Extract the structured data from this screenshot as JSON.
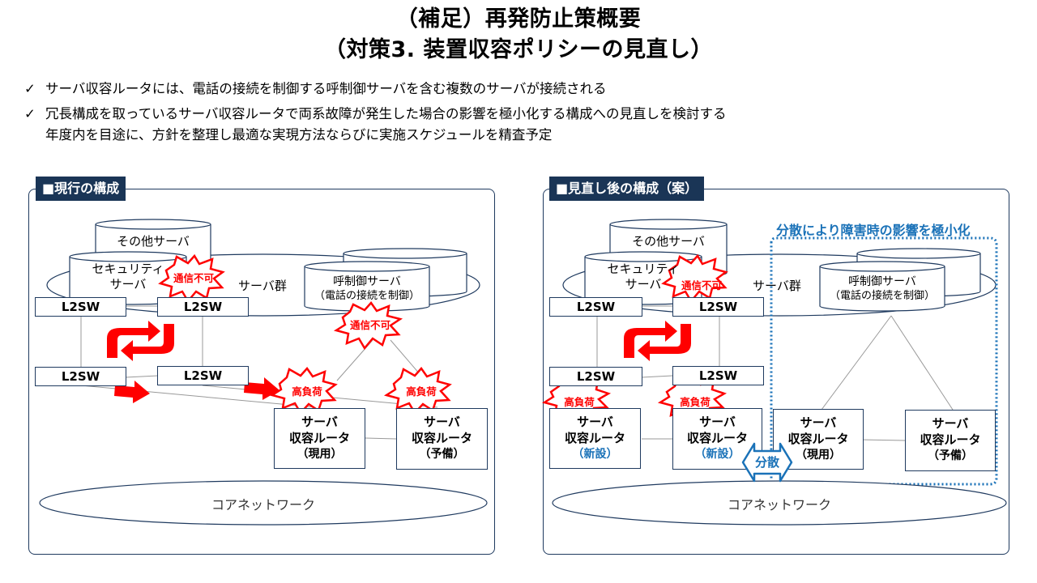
{
  "header": {
    "title_line1": "（補足）再発防止策概要",
    "title_line2": "（対策3. 装置収容ポリシーの見直し）"
  },
  "bullets": {
    "check_icon": "✓",
    "items": [
      {
        "text": "サーバ収容ルータには、電話の接続を制御する呼制御サーバを含む複数のサーバが接続される"
      },
      {
        "text": "冗長構成を取っているサーバ収容ルータで両系故障が発生した場合の影響を極小化する構成への見直しを検討する",
        "continuation": "年度内を目途に、方針を整理し最適な実現方法ならびに実施スケジュールを精査予定"
      }
    ]
  },
  "colors": {
    "navy": "#1a3556",
    "alert_red": "#ff0000",
    "accent_blue": "#1a72b8"
  },
  "left_panel": {
    "title": "■現行の構成",
    "other_server": "その他サーバ",
    "security_server": [
      "セキュリティ",
      "サーバ"
    ],
    "server_group": "サーバ群",
    "call_server": [
      "呼制御サーバ",
      "（電話の接続を制御）"
    ],
    "l2sw": [
      "L2SW",
      "L2SW",
      "L2SW",
      "L2SW"
    ],
    "alerts": {
      "no_comm_1": "通信不可",
      "no_comm_2": "通信不可",
      "high_load_1": "高負荷",
      "high_load_2": "高負荷"
    },
    "routers": [
      {
        "l1": "サーバ",
        "l2": "収容ルータ",
        "l3": "（現用）"
      },
      {
        "l1": "サーバ",
        "l2": "収容ルータ",
        "l3": "（予備）"
      }
    ],
    "core_network": "コアネットワーク"
  },
  "right_panel": {
    "title": "■見直し後の構成（案）",
    "focus_label": "分散により障害時の影響を極小化",
    "other_server": "その他サーバ",
    "security_server": [
      "セキュリティ",
      "サーバ"
    ],
    "server_group": "サーバ群",
    "call_server": [
      "呼制御サーバ",
      "（電話の接続を制御）"
    ],
    "l2sw": [
      "L2SW",
      "L2SW",
      "L2SW",
      "L2SW"
    ],
    "alerts": {
      "no_comm": "通信不可",
      "high_load_1": "高負荷",
      "high_load_2": "高負荷"
    },
    "routers": [
      {
        "l1": "サーバ",
        "l2": "収容ルータ",
        "l3": "（新設）"
      },
      {
        "l1": "サーバ",
        "l2": "収容ルータ",
        "l3": "（新設）"
      },
      {
        "l1": "サーバ",
        "l2": "収容ルータ",
        "l3": "（現用）"
      },
      {
        "l1": "サーバ",
        "l2": "収容ルータ",
        "l3": "（予備）"
      }
    ],
    "distribute_label": "分散",
    "core_network": "コアネットワーク"
  }
}
